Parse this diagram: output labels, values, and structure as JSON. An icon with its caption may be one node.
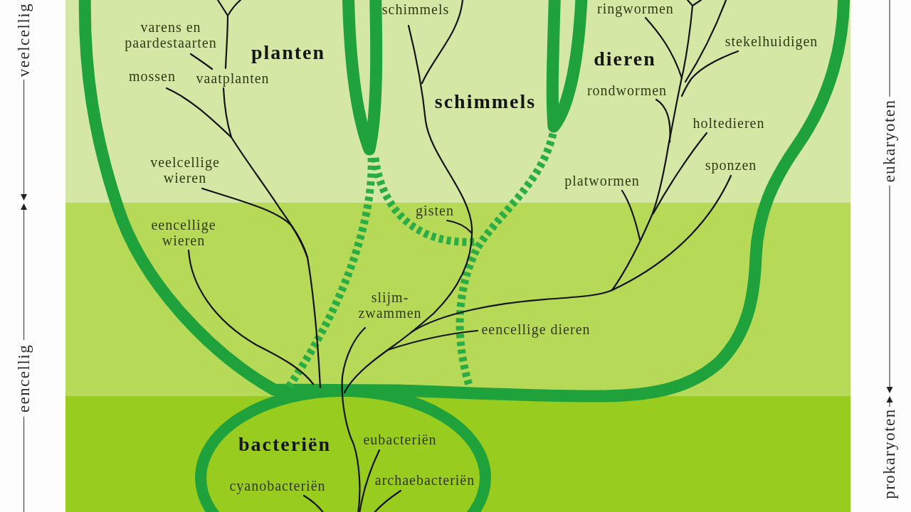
{
  "diagram": {
    "nodes": [
      {
        "text": [
          "varens en paardestaarten",
          "planten",
          "schimmels",
          "ringwormen",
          "dieren",
          "stekelhuidigen",
          "mossen",
          "vaatplanten",
          "schimmels",
          "rondwormen",
          "holtedieren",
          "veelcellige wieren",
          "sponzen",
          "platwormen",
          "gisten",
          "eencellige wieren",
          "slijm- zwammen",
          "eencellige dieren"
        ]
      },
      {
        "text": [
          "bacteriën",
          "eubacteriën",
          "cyanobacteriën",
          "archaebacteriën"
        ]
      }
    ],
    "labels": [
      "veelcellig",
      "eukaryoten",
      "eencellig",
      "prokaryoten"
    ]
  }
}
